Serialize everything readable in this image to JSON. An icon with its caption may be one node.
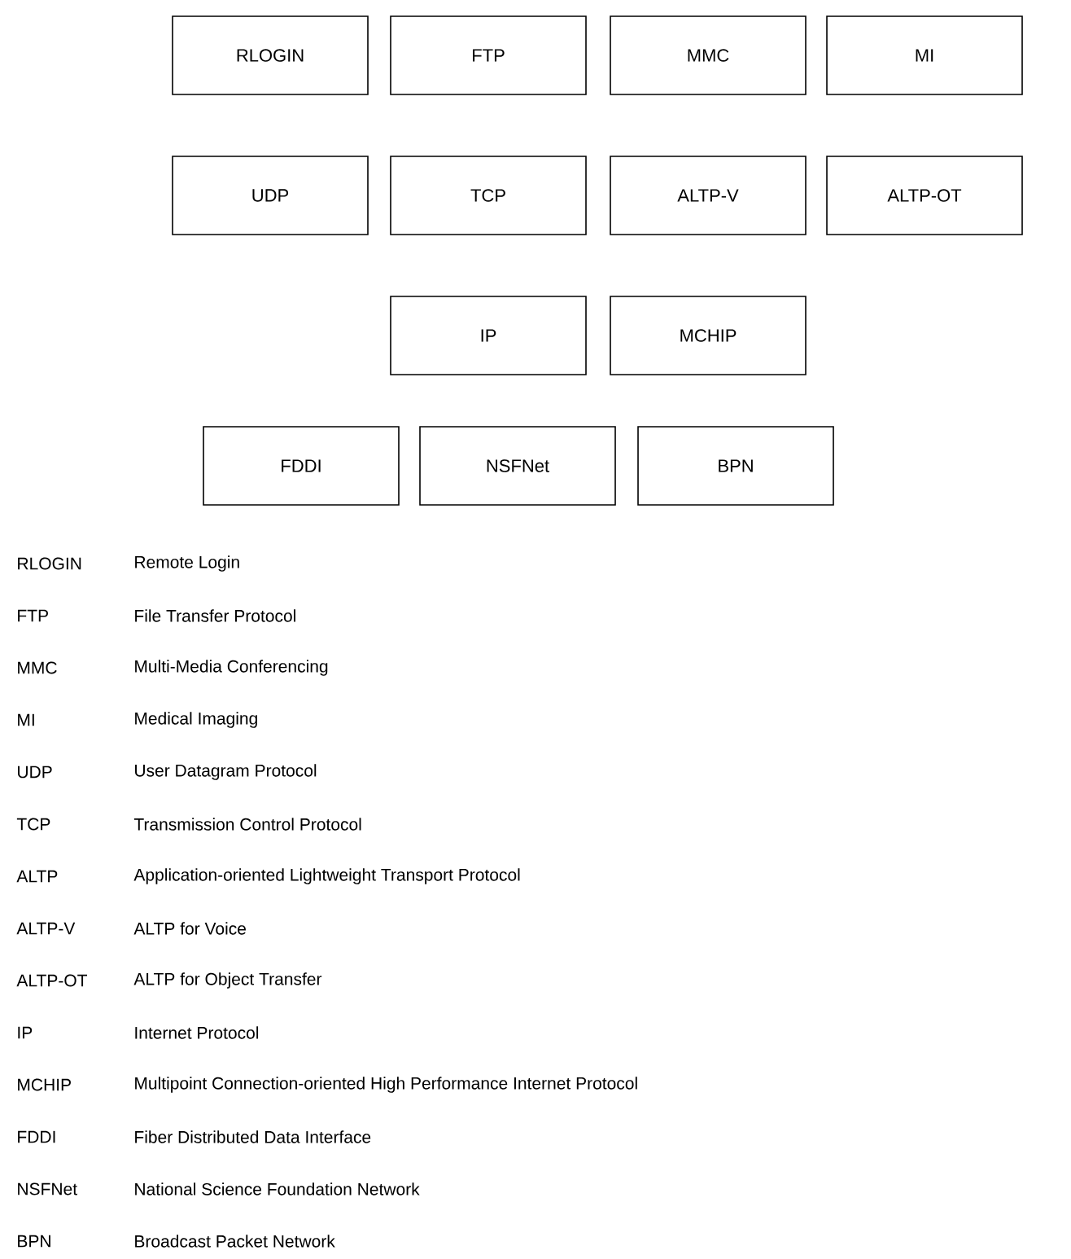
{
  "diagram": {
    "nodes": [
      {
        "text": [
          "RLOGIN"
        ]
      },
      {
        "text": [
          "FTP"
        ]
      },
      {
        "text": [
          "MMC"
        ]
      },
      {
        "text": [
          "MI"
        ]
      },
      {
        "text": [
          "UDP"
        ]
      },
      {
        "text": [
          "TCP"
        ]
      },
      {
        "text": [
          "ALTP-V"
        ]
      },
      {
        "text": [
          "ALTP-OT"
        ]
      },
      {
        "text": [
          "IP"
        ]
      },
      {
        "text": [
          "MCHIP"
        ]
      },
      {
        "text": [
          "FDDI"
        ]
      },
      {
        "text": [
          "NSFNet"
        ]
      },
      {
        "text": [
          "BPN"
        ]
      }
    ],
    "labels": [
      "RLOGIN",
      "Remote Login",
      "FTP",
      "File Transfer Protocol",
      "MMC",
      "Multi-Media Conferencing",
      "MI",
      "Medical Imaging",
      "UDP",
      "User Datagram Protocol",
      "TCP",
      "Transmission Control Protocol",
      "ALTP",
      "Application-oriented Lightweight Transport Protocol",
      "ALTP-V",
      "ALTP for Voice",
      "ALTP-OT",
      "ALTP for Object Transfer",
      "IP",
      "Internet Protocol",
      "MCHIP",
      "Multipoint Connection-oriented High Performance Internet Protocol",
      "FDDI",
      "Fiber Distributed Data Interface",
      "NSFNet",
      "National Science Foundation Network",
      "BPN",
      "Broadcast Packet Network"
    ]
  }
}
